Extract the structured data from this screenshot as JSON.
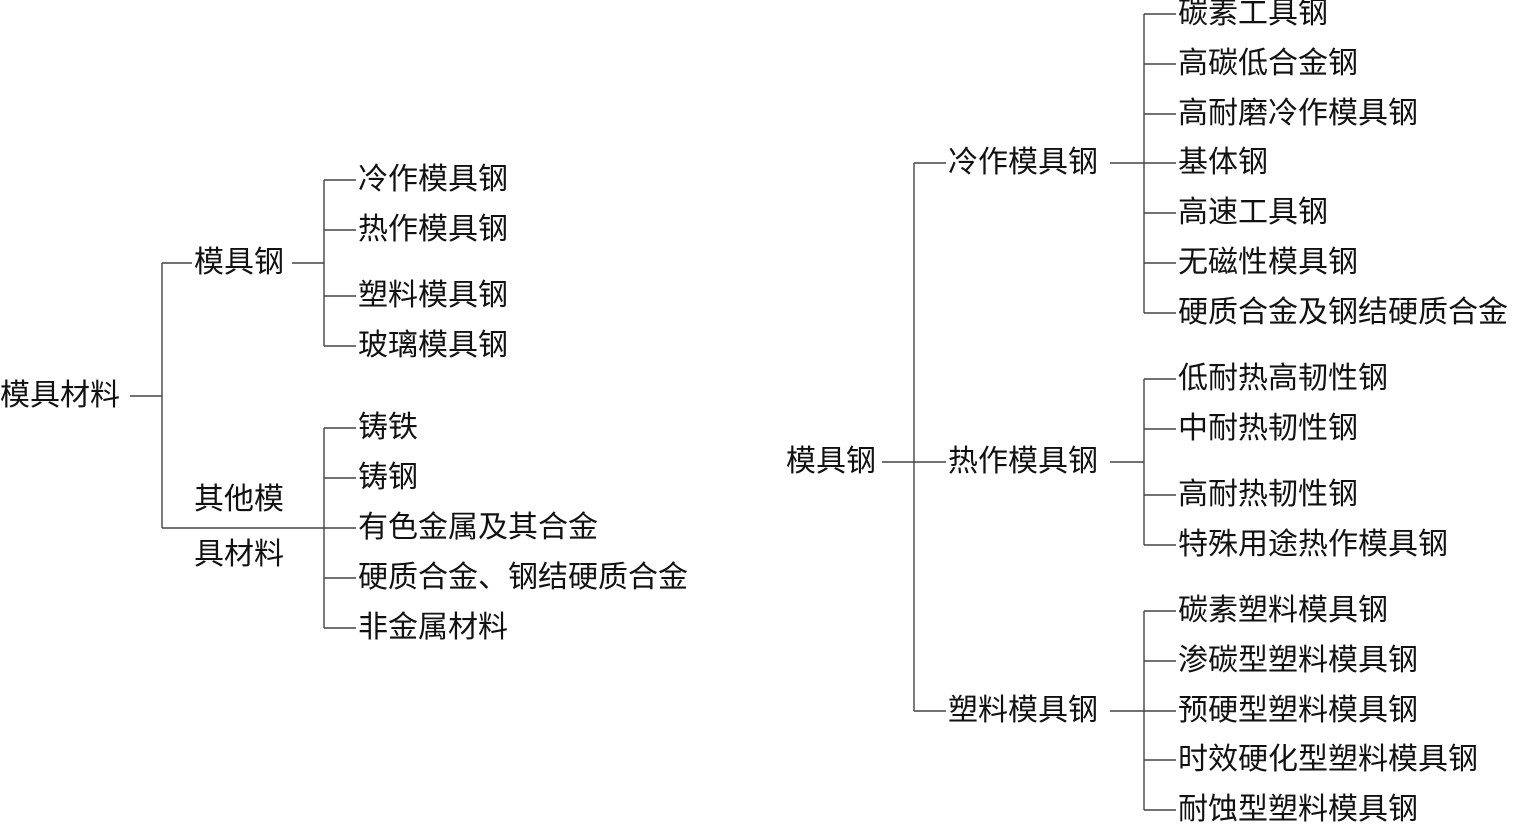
{
  "left_tree": {
    "root": "模具材料",
    "branch_die_steel": "模具钢",
    "die_steel_children": [
      "冷作模具钢",
      "热作模具钢",
      "塑料模具钢",
      "玻璃模具钢"
    ],
    "branch_other_line1": "其他模",
    "branch_other_line2": "具材料",
    "other_children": [
      "铸铁",
      "铸钢",
      "有色金属及其合金",
      "硬质合金、钢结硬质合金",
      "非金属材料"
    ]
  },
  "right_tree": {
    "root": "模具钢",
    "cold_work": {
      "label": "冷作模具钢",
      "children": [
        "碳素工具钢",
        "高碳低合金钢",
        "高耐磨冷作模具钢",
        "基体钢",
        "高速工具钢",
        "无磁性模具钢",
        "硬质合金及钢结硬质合金"
      ]
    },
    "hot_work": {
      "label": "热作模具钢",
      "children": [
        "低耐热高韧性钢",
        "中耐热韧性钢",
        "高耐热韧性钢",
        "特殊用途热作模具钢"
      ]
    },
    "plastic": {
      "label": "塑料模具钢",
      "children": [
        "碳素塑料模具钢",
        "渗碳型塑料模具钢",
        "预硬型塑料模具钢",
        "时效硬化型塑料模具钢",
        "耐蚀型塑料模具钢"
      ]
    }
  }
}
